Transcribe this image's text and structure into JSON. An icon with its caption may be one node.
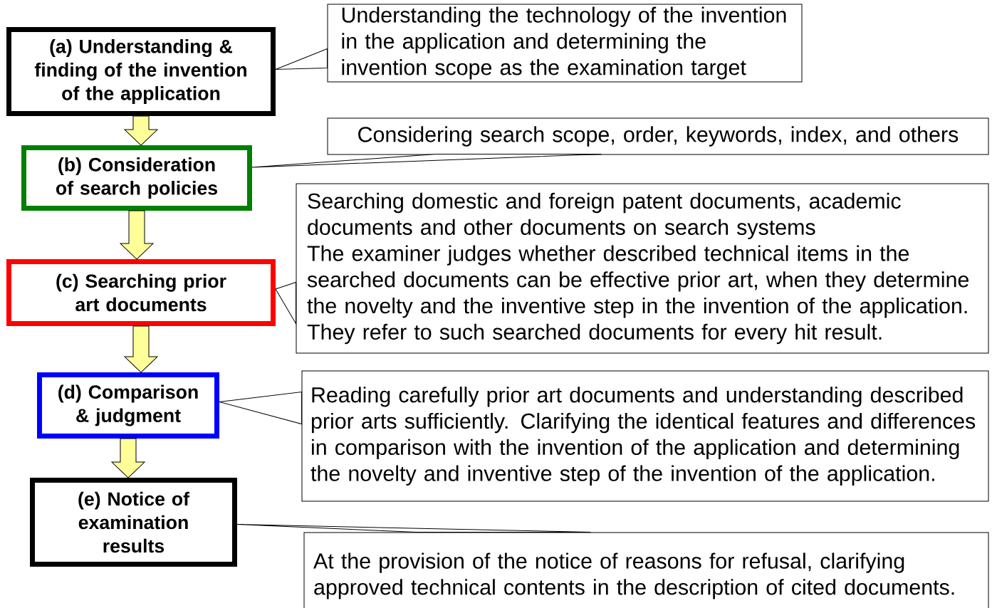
{
  "diagram": {
    "nodes": [
      {
        "text": [
          "(a) Understanding & finding of the invention of the application"
        ]
      },
      {
        "text": [
          "(b) Consideration of search policies"
        ]
      },
      {
        "text": [
          "(c) Searching prior art documents"
        ]
      },
      {
        "text": [
          "(d) Comparison & judgment"
        ]
      },
      {
        "text": [
          "(e) Notice of examination results"
        ]
      },
      {
        "text": [
          "Understanding the technology of the invention in the application and determining the invention scope as the examination target"
        ]
      },
      {
        "text": [
          "Considering search scope, order, keywords, index, and others"
        ]
      },
      {
        "text": [
          "Searching domestic and foreign patent documents, academic documents and other documents on search systems",
          "The examiner judges whether described technical items in the searched documents can be effective prior art, when they determine the novelty and the inventive step in the invention of the application. They refer to such searched documents for every hit result."
        ]
      },
      {
        "text": [
          "Reading carefully prior art documents and understanding described prior arts sufficiently. Clarifying the identical features and differences in comparison with the invention of the application and determining the novelty and inventive step of the invention of the application."
        ]
      },
      {
        "text": [
          "At the provision of the notice of reasons for refusal, clarifying approved technical contents in the description of cited documents."
        ]
      }
    ],
    "edges": [
      {
        "from": 0,
        "to": 1,
        "arrow": "to"
      },
      {
        "from": 1,
        "to": 2,
        "arrow": "to"
      },
      {
        "from": 2,
        "to": 3,
        "arrow": "to"
      },
      {
        "from": 3,
        "to": 4,
        "arrow": "to"
      },
      {
        "from": 5,
        "to": 0,
        "arrow": "none"
      },
      {
        "from": 6,
        "to": 1,
        "arrow": "none"
      },
      {
        "from": 7,
        "to": 2,
        "arrow": "none"
      },
      {
        "from": 8,
        "to": 3,
        "arrow": "none"
      },
      {
        "from": 9,
        "to": 4,
        "arrow": "none"
      }
    ]
  }
}
